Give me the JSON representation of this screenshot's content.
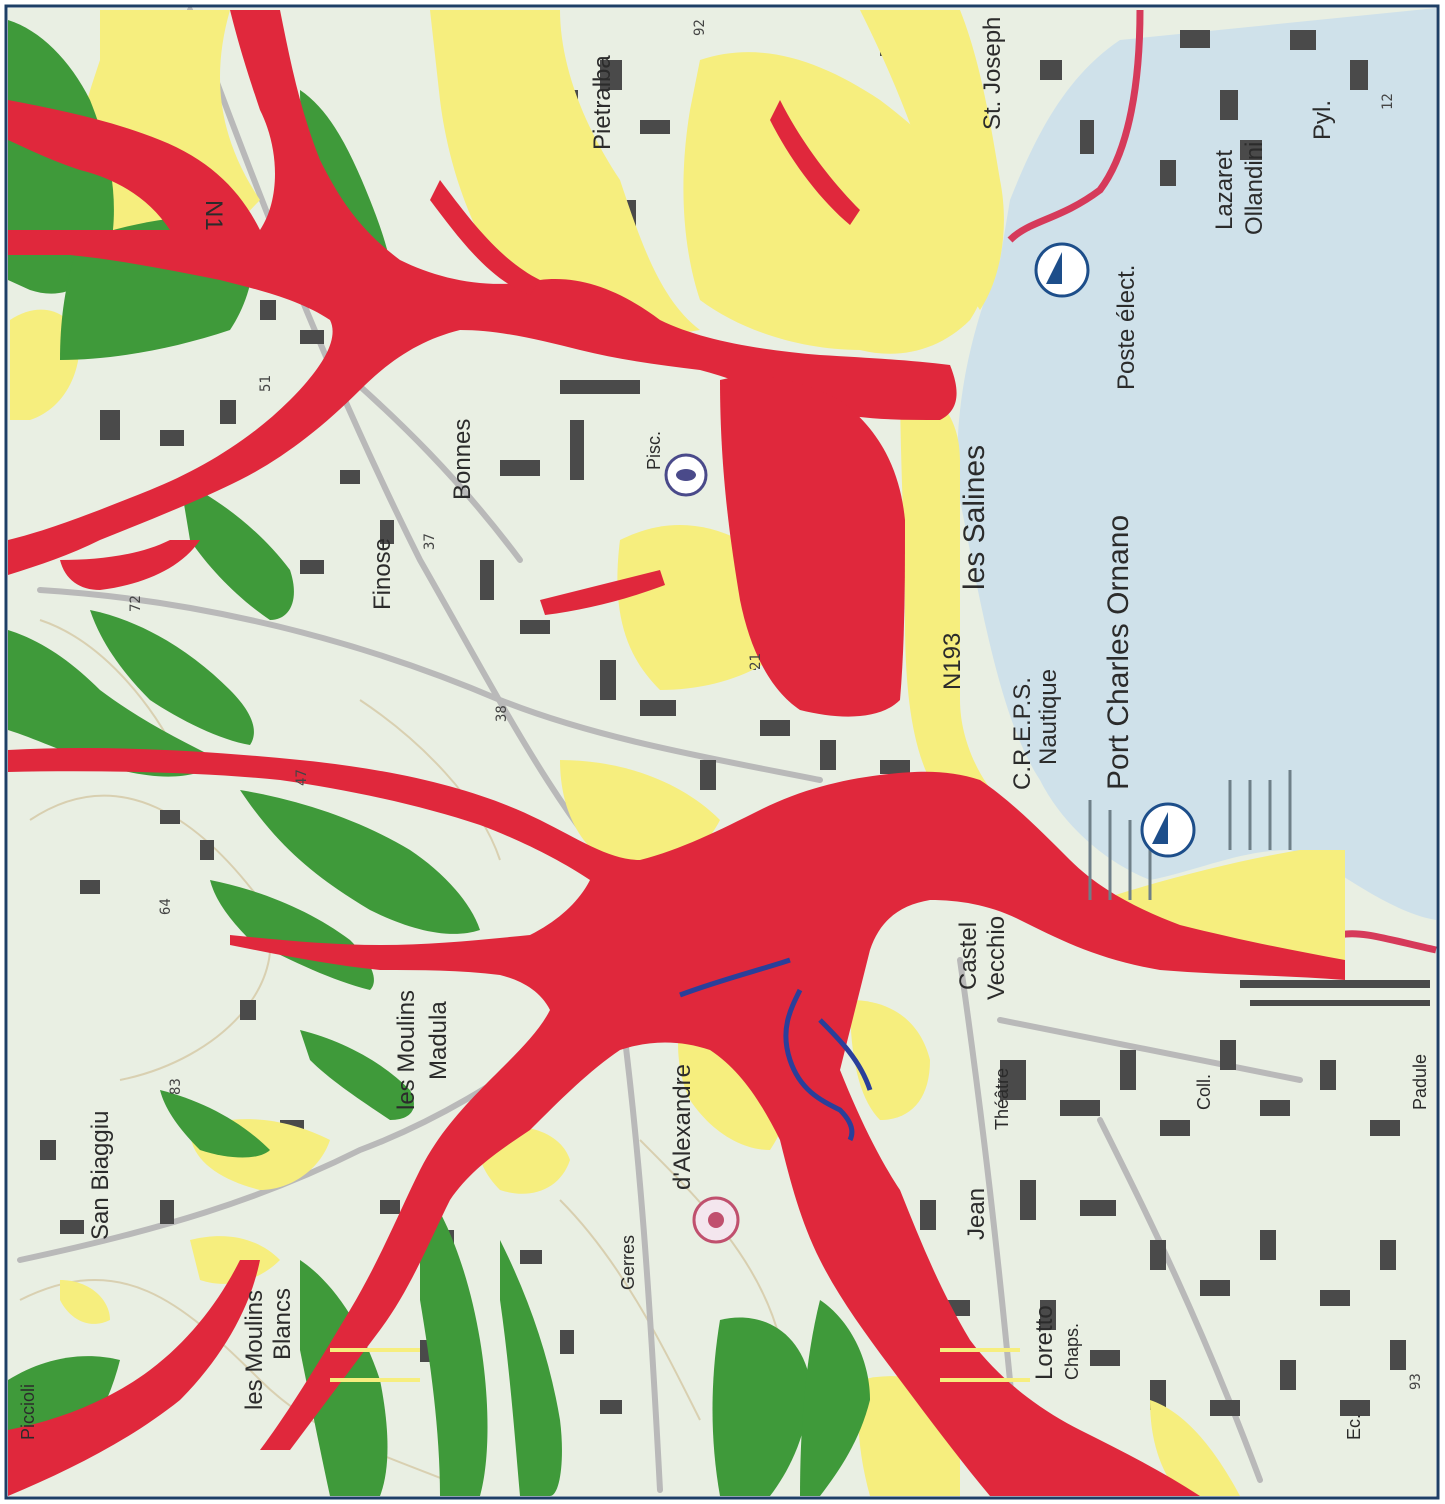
{
  "colors": {
    "land": "#e9efe3",
    "sea": "#cfe1ea",
    "flood_high": "#e0283c",
    "flood_moderate": "#f6ee7e",
    "flood_low": "#3f9a3a",
    "building": "#4a4a4a",
    "road": "#b9b9b9",
    "highway": "#d63a5a",
    "contour": "#d5c8a4",
    "stream": "#2a3f9a",
    "frame": "#1e3f66"
  },
  "labels": {
    "port": "Port Charles Ornano",
    "salines": "les Salines",
    "creps": "C.R.E.P.S.",
    "nautique": "Nautique",
    "poste": "Poste élect.",
    "lazaret": "Lazaret",
    "ollandini": "Ollandini",
    "pyl": "Pyl.",
    "st_joseph": "St. Joseph",
    "pietralba": "Pietralba",
    "san_biaggiu": "San Biaggiu",
    "moulins": "les Moulins",
    "blancs": "Blancs",
    "castel": "Castel",
    "vecchio": "Vecchio",
    "jean": "Jean",
    "theatre": "Théâtre",
    "coll": "Coll.",
    "finose": "Finose",
    "gerres": "Gerres",
    "alexandre": "d'Alexandre",
    "moulins2": "les Moulins",
    "madula": "Madula",
    "loretto": "Loretto",
    "chaps": "Chaps.",
    "n193": "N193",
    "n1": "N1",
    "bonnes": "Bonnes",
    "pisc": "Pisc.",
    "piccioli": "Piccioli",
    "ec": "Ec.",
    "padule": "Padule"
  },
  "spot_heights": [
    "37",
    "38",
    "21",
    "72",
    "64",
    "83",
    "47",
    "51",
    "92",
    "12",
    "93"
  ]
}
